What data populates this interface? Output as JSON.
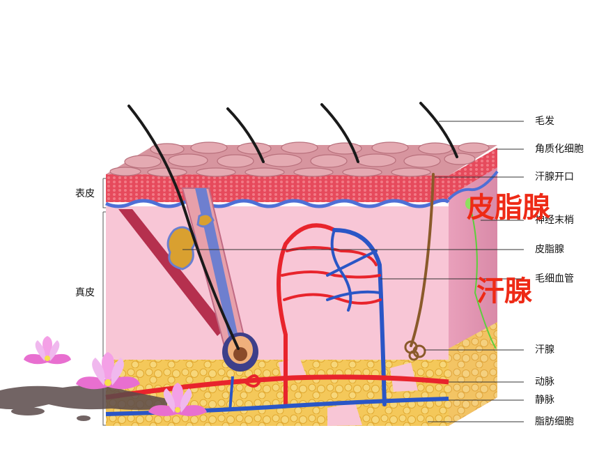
{
  "left_labels": {
    "epidermis": "表皮",
    "dermis": "真皮"
  },
  "right_labels": {
    "hair": "毛发",
    "keratinocyte": "角质化细胞",
    "sweat_pore": "汗腺开口",
    "nerve_ending": "神经末梢",
    "sebaceous_gland": "皮脂腺",
    "capillary": "毛细血管",
    "sweat_gland": "汗腺",
    "artery": "动脉",
    "vein": "静脉",
    "fat_cell": "脂肪细胞"
  },
  "overlay_labels": {
    "sebaceous": "皮脂腺",
    "sweat": "汗腺"
  },
  "colors": {
    "overlay_text": "#ee2a16",
    "artery": "#e8242c",
    "vein": "#2a56c6",
    "dermis": "#f8c6d6",
    "fat": "#f2c24a"
  }
}
